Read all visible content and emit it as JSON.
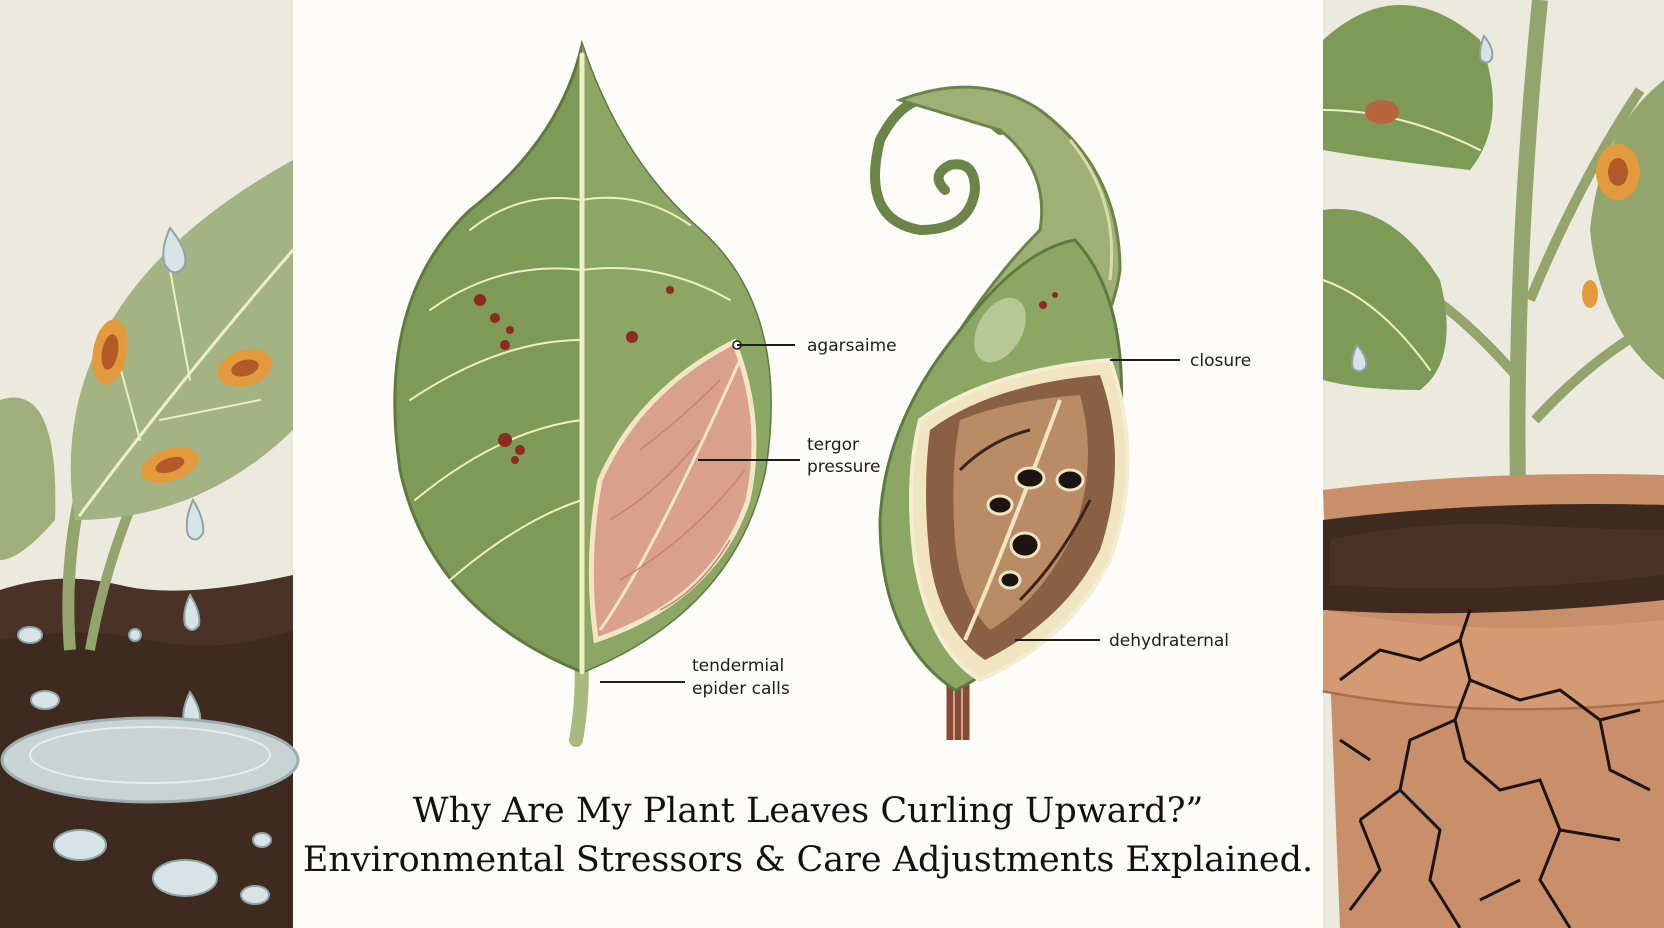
{
  "labels": {
    "left_top": "agarsaime",
    "left_mid_1": "tergor",
    "left_mid_2": "pressure",
    "left_bottom_1": "tendermial",
    "left_bottom_2": "epider calls",
    "right_top": "closure",
    "right_bottom": "dehydraternal"
  },
  "title": {
    "line1": "Why Are My Plant Leaves Curling Upward?”",
    "line2": "Environmental Stressors & Care Adjustments Explained."
  },
  "colors": {
    "background": "#fdfcf8",
    "leaf_green": "#7d9a57",
    "leaf_light": "#a9bd7f",
    "cross_section_pink": "#d9a08e",
    "soil": "#4a3326",
    "pot_terracotta": "#c98f6a",
    "spot_orange": "#e39a3c",
    "spot_red": "#8e2a1f"
  }
}
